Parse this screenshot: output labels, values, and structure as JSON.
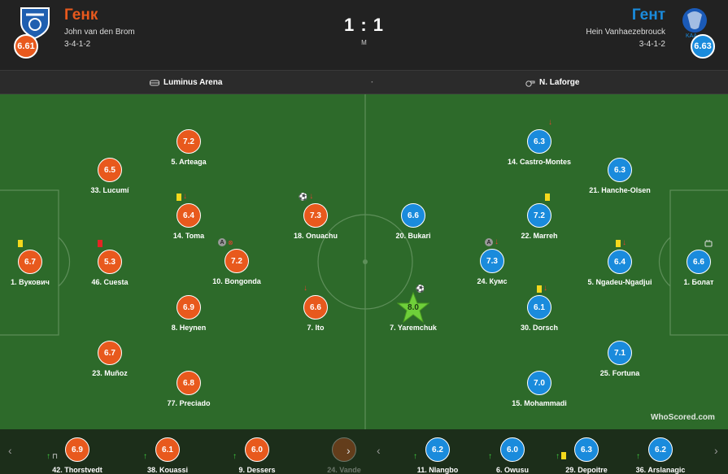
{
  "header": {
    "home": {
      "name": "Генк",
      "manager": "John van den Brom",
      "formation": "3-4-1-2",
      "rating": "6.61",
      "crest_icon": "genk-crest-icon"
    },
    "away": {
      "name": "Гент",
      "manager": "Hein Vanhaezebrouck",
      "formation": "3-4-1-2",
      "rating": "6.63",
      "crest_icon": "gent-crest-icon"
    },
    "score": "1 : 1",
    "status": "М"
  },
  "info": {
    "venue": "Luminus Arena",
    "referee": "N. Laforge",
    "separator": "·"
  },
  "colors": {
    "home": "#e8591d",
    "away": "#1a8bdc",
    "pitch": "#2d6a2a"
  },
  "pitch_players": {
    "home": [
      {
        "name": "1. Вукович",
        "rating": "6.7",
        "icons": [
          "yellow-card"
        ]
      },
      {
        "name": "46. Cuesta",
        "rating": "5.3",
        "icons": [
          "red-card"
        ]
      },
      {
        "name": "33. Lucumí",
        "rating": "6.5",
        "icons": []
      },
      {
        "name": "23. Muñoz",
        "rating": "6.7",
        "icons": []
      },
      {
        "name": "5. Arteaga",
        "rating": "7.2",
        "icons": []
      },
      {
        "name": "14. Toma",
        "rating": "6.4",
        "icons": [
          "yellow-card",
          "sub-off-arrow"
        ]
      },
      {
        "name": "8. Heynen",
        "rating": "6.9",
        "icons": []
      },
      {
        "name": "77. Preciado",
        "rating": "6.8",
        "icons": []
      },
      {
        "name": "10. Bongonda",
        "rating": "7.2",
        "icons": [
          "captain",
          "sub-off-arrow"
        ]
      },
      {
        "name": "18. Onuachu",
        "rating": "7.3",
        "icons": [
          "goal-ball",
          "sub-off-arrow"
        ]
      },
      {
        "name": "7. Ito",
        "rating": "6.6",
        "icons": [
          "sub-off-arrow"
        ]
      }
    ],
    "away": [
      {
        "name": "20. Bukari",
        "rating": "6.6",
        "icons": []
      },
      {
        "name": "7. Yaremchuk",
        "rating": "8.0",
        "icons": [
          "goal-ball"
        ],
        "star": true
      },
      {
        "name": "14. Castro-Montes",
        "rating": "6.3",
        "icons": [
          "sub-off-arrow"
        ]
      },
      {
        "name": "22. Marreh",
        "rating": "7.2",
        "icons": [
          "yellow-card"
        ]
      },
      {
        "name": "24. Кумс",
        "rating": "7.3",
        "icons": [
          "captain",
          "sub-off-arrow"
        ]
      },
      {
        "name": "30. Dorsch",
        "rating": "6.1",
        "icons": [
          "yellow-card",
          "sub-off-arrow"
        ]
      },
      {
        "name": "15. Mohammadi",
        "rating": "7.0",
        "icons": []
      },
      {
        "name": "21. Hanche-Olsen",
        "rating": "6.3",
        "icons": []
      },
      {
        "name": "5. Ngadeu-Ngadjui",
        "rating": "6.4",
        "icons": [
          "yellow-card",
          "sub-off-arrow"
        ]
      },
      {
        "name": "25. Fortuna",
        "rating": "7.1",
        "icons": []
      },
      {
        "name": "1. Болат",
        "rating": "6.6",
        "icons": [
          "gloves"
        ]
      }
    ]
  },
  "subs": {
    "home": [
      {
        "name": "42. Thorstvedt",
        "rating": "6.9"
      },
      {
        "name": "38. Kouassi",
        "rating": "6.1"
      },
      {
        "name": "9. Dessers",
        "rating": "6.0"
      },
      {
        "name": "24. Vande",
        "rating": ""
      }
    ],
    "away": [
      {
        "name": "11. Nlangbo",
        "rating": "6.2"
      },
      {
        "name": "6. Owusu",
        "rating": "6.0"
      },
      {
        "name": "29. Depoitre",
        "rating": "6.3"
      },
      {
        "name": "36. Arslanagic",
        "rating": "6.2"
      }
    ],
    "prev_arrow": "‹",
    "next_arrow": "›",
    "sub_on_symbol": "↑"
  },
  "watermark": "WhoScored.com"
}
